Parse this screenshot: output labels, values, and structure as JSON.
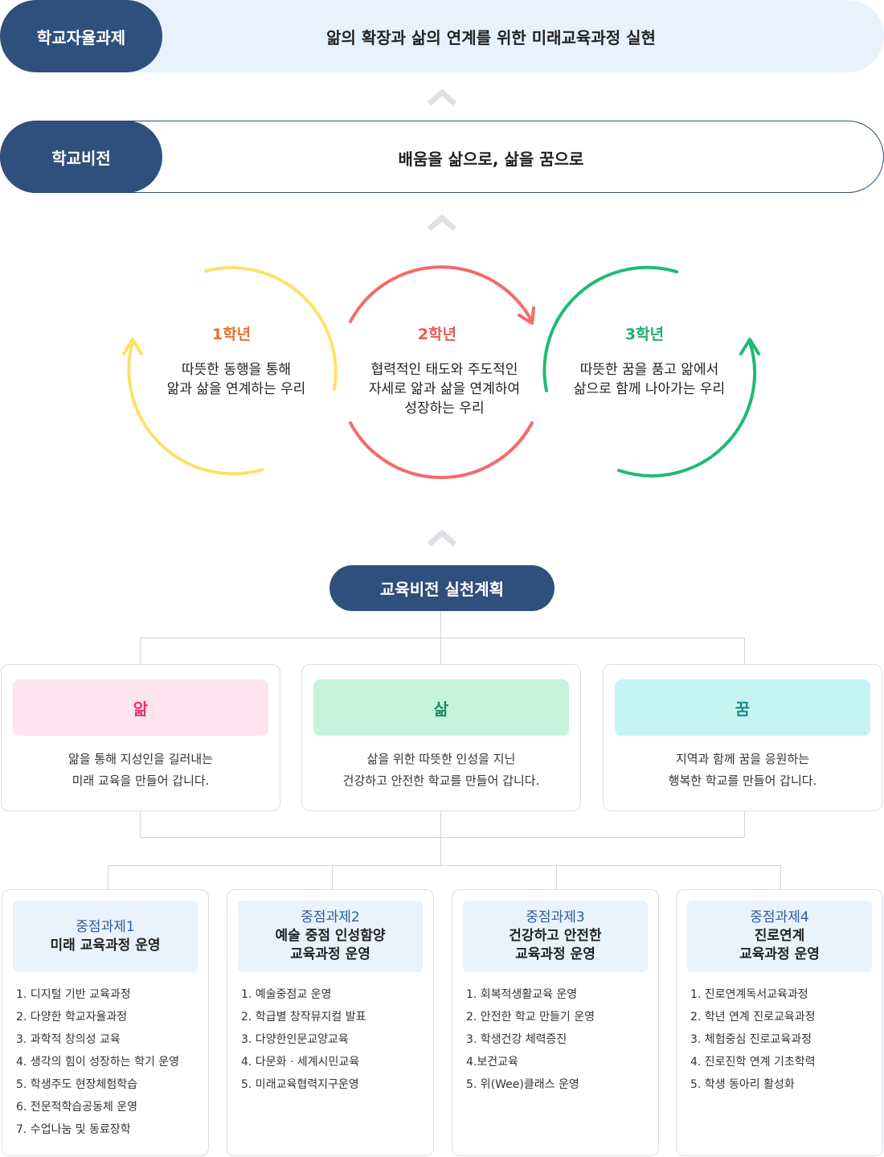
{
  "banners": [
    {
      "label": "학교자율과제",
      "text": "앎의 확장과 삶의 연계를 위한 미래교육과정 실현"
    },
    {
      "label": "학교비전",
      "text": "배움을 삶으로, 삶을 꿈으로"
    }
  ],
  "cycle": [
    {
      "title": "1학년",
      "desc_line1": "따뜻한 동행을 통해",
      "desc_line2": "앎과 삶을 연계하는 우리",
      "desc_line3": "",
      "color": "#e8702a",
      "arc_color": "#fde06a"
    },
    {
      "title": "2학년",
      "desc_line1": "협력적인 태도와 주도적인",
      "desc_line2": "자세로 앎과 삶을 연계하여",
      "desc_line3": "성장하는 우리",
      "color": "#e85a55",
      "arc_color": "#f36b6b"
    },
    {
      "title": "3학년",
      "desc_line1": "따뜻한 꿈을 품고 앎에서",
      "desc_line2": "삶으로 함께 나아가는 우리",
      "desc_line3": "",
      "color": "#1fae6f",
      "arc_color": "#1dbb74"
    }
  ],
  "plan": {
    "label": "교육비전 실천계획"
  },
  "values": [
    {
      "title": "앎",
      "line1": "앎을 통해 지성인을 길러내는",
      "line2": "미래 교육을 만들어 갑니다.",
      "title_color": "#e0336e",
      "bg": "#fde4ef"
    },
    {
      "title": "삶",
      "line1": "삶을 위한 따뜻한 인성을 지닌",
      "line2": "건강하고 안전한 학교를 만들어 갑니다.",
      "title_color": "#1a8f5a",
      "bg": "#c6f2de"
    },
    {
      "title": "꿈",
      "line1": "지역과 함께 꿈을 응원하는",
      "line2": "행복한 학교를 만들어 갑니다.",
      "title_color": "#138c8a",
      "bg": "#c6f4f2"
    }
  ],
  "tasks": [
    {
      "num": "중점과제1",
      "title1": "미래 교육과정 운영",
      "title2": "",
      "items": [
        "1. 디지털 기반 교육과정",
        "2. 다양한 학교자율과정",
        "3. 과학적 창의성 교육",
        "4. 생각의 힘이 성장하는 학기 운영",
        "5. 학생주도 현장체험학습",
        "6. 전문적학습공동체 운영",
        "7. 수업나눔 및 동료장학"
      ]
    },
    {
      "num": "중점과제2",
      "title1": "예술 중점 인성함양",
      "title2": "교육과정 운영",
      "items": [
        "1. 예술중점교 운영",
        "2. 학급별 창작뮤지컬 발표",
        "3. 다양한인문교양교육",
        "4. 다문화 · 세계시민교육",
        "5. 미래교육협력지구운영"
      ]
    },
    {
      "num": "중점과제3",
      "title1": "건강하고 안전한",
      "title2": "교육과정 운영",
      "items": [
        "1. 회복적생활교육 운영",
        "2. 안전한 학교 만들기 운영",
        "3. 학생건강 체력증진",
        "4.보건교육",
        "5. 위(Wee)클래스 운영"
      ]
    },
    {
      "num": "중점과제4",
      "title1": "진로연계",
      "title2": "교육과정 운영",
      "items": [
        "1. 진로연계독서교육과정",
        "2. 학년 연계 진로교육과정",
        "3. 체험중심 진로교육과정",
        "4. 진로진학 연계 기초학력",
        "5. 학생 동아리 활성화"
      ]
    }
  ]
}
